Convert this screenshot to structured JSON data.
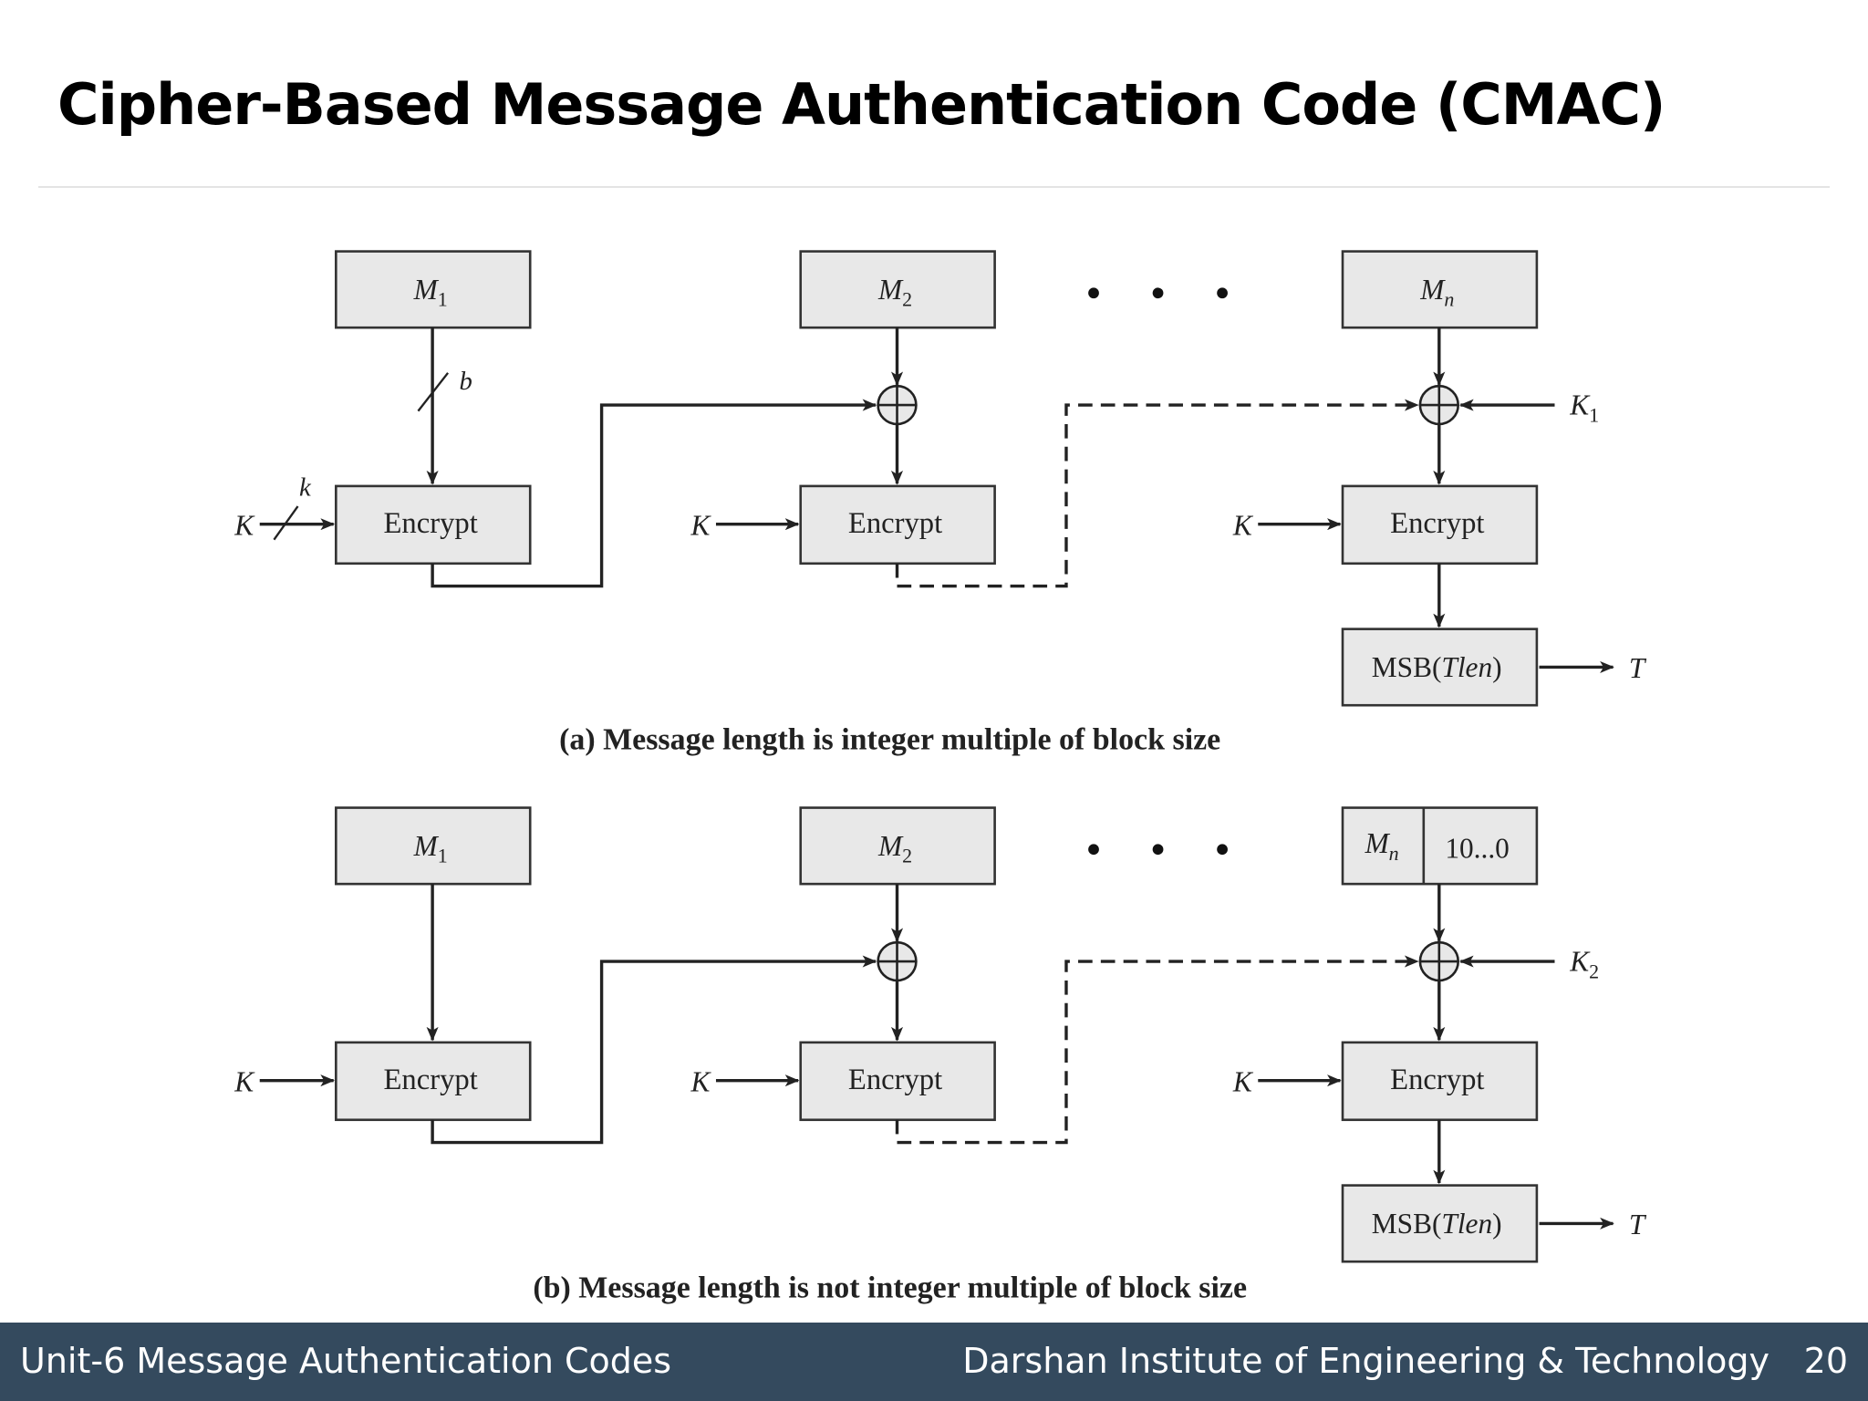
{
  "title": "Cipher-Based Message Authentication Code (CMAC)",
  "footer": {
    "unit": "Unit-6  Message Authentication Codes",
    "institute": "Darshan Institute of Engineering & Technology",
    "page": "20"
  },
  "diagram": {
    "box_fill": "#e8e8e8",
    "stroke": "#222222",
    "encrypt_label": "Encrypt",
    "key_label": "K",
    "msb_label": {
      "prefix": "MSB(",
      "var": "Tlen",
      "suffix": ")"
    },
    "output_label": "T",
    "ellipsis": "• • •",
    "panels": [
      {
        "blocks": [
          {
            "base": "M",
            "sub": "1"
          },
          {
            "base": "M",
            "sub": "2"
          },
          {
            "base": "M",
            "sub": "n"
          }
        ],
        "padding_label": "",
        "subkey": {
          "base": "K",
          "sub": "1"
        },
        "block_size_label": "b",
        "key_size_label": "k",
        "caption": "(a) Message length is integer multiple of block size"
      },
      {
        "blocks": [
          {
            "base": "M",
            "sub": "1"
          },
          {
            "base": "M",
            "sub": "2"
          },
          {
            "base": "M",
            "sub": "n"
          }
        ],
        "padding_label": "10...0",
        "subkey": {
          "base": "K",
          "sub": "2"
        },
        "block_size_label": "",
        "key_size_label": "",
        "caption": "(b) Message length is not integer multiple of block size"
      }
    ]
  }
}
